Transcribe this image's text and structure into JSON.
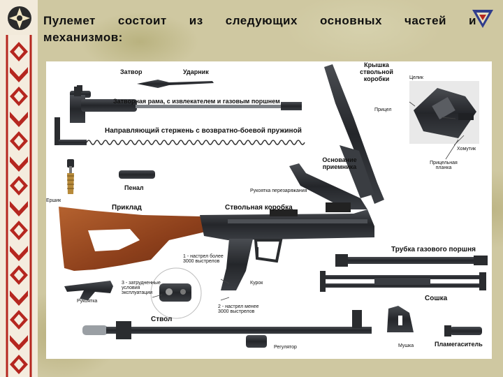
{
  "header": {
    "title_line1": "Пулемет состоит из следующих основных частей и",
    "title_line2": "механизмов:"
  },
  "icons": {
    "emblem_left": "cross-emblem-icon",
    "logo_right": "triangle-logo-icon"
  },
  "labels": {
    "zatvor": "Затвор",
    "udarnik": "Ударник",
    "zatvornaya_rama": "Затворная рама, с извлекателем и газовым поршнем",
    "napravl": "Направляющий стержень с возвратно-боевой пружиной",
    "kryshka_1": "Крышка",
    "kryshka_2": "ствольной",
    "kryshka_3": "коробки",
    "celik": "Целик",
    "pricel": "Прицел",
    "homutik": "Хомутик",
    "pricel_planka_1": "Прицельная",
    "pricel_planka_2": "планка",
    "osnovanie_1": "Основание",
    "osnovanie_2": "приемника",
    "penal": "Пенал",
    "rukoyatka_perez": "Рукоятка перезаряжания",
    "ershik": "Ершик",
    "priklad": "Приклад",
    "stvolnaya_korobka": "Ствольная коробка",
    "trubka_gaz": "Трубка газового поршня",
    "nastrel1_1": "1 - настрел более",
    "nastrel1_2": "3000 выстрелов",
    "zatrud_1": "3 - затрудненные",
    "zatrud_2": "условия",
    "zatrud_3": "эксплуатации",
    "rukoyatka": "Рукоятка",
    "kurok": "Курок",
    "nastrel2_1": "2 - настрел менее",
    "nastrel2_2": "3000 выстрелов",
    "soshka": "Сошка",
    "stvol": "Ствол",
    "mushka": "Мушка",
    "plamegas": "Пламегаситель",
    "regulyator": "Регулятор"
  },
  "colors": {
    "accent_strip": "#b5261f",
    "metal": "#2a2c2f",
    "wood": "#9a4a22"
  }
}
